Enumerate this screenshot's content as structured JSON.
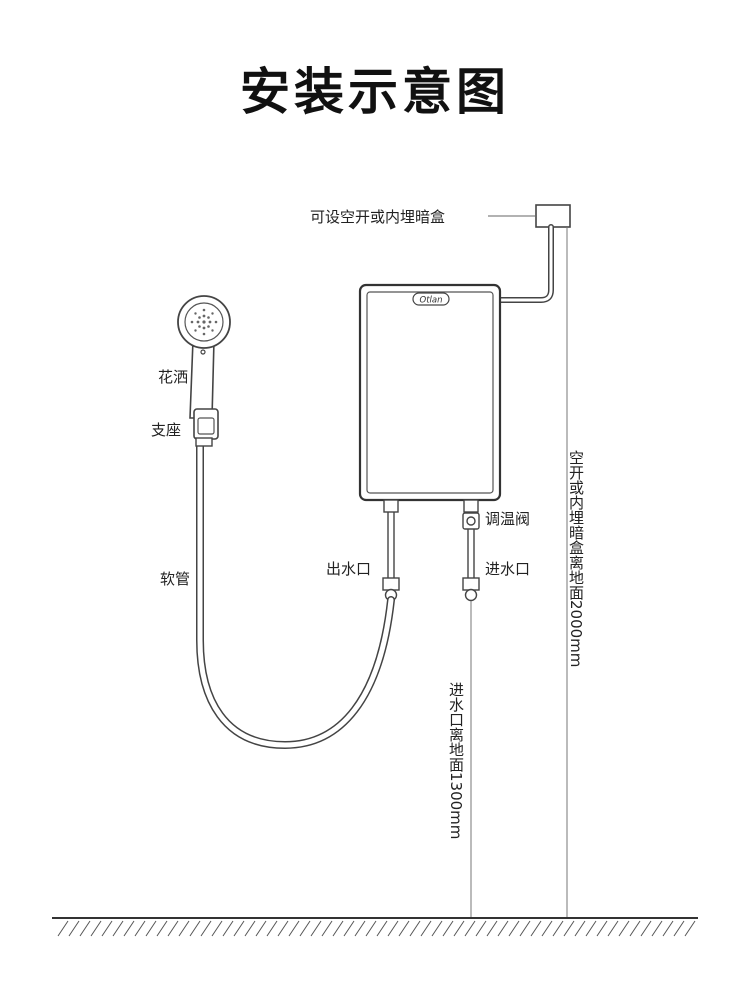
{
  "title": "安装示意图",
  "heater": {
    "brand": "Otlan"
  },
  "labels": {
    "switch_box": "可设空开或内埋暗盒",
    "shower_head": "花洒",
    "holder": "支座",
    "hose": "软管",
    "outlet": "出水口",
    "valve": "调温阀",
    "inlet": "进水口",
    "box_height": "空开或内埋暗盒离地面2000mm",
    "inlet_height": "进水口离地面1300mm"
  }
}
